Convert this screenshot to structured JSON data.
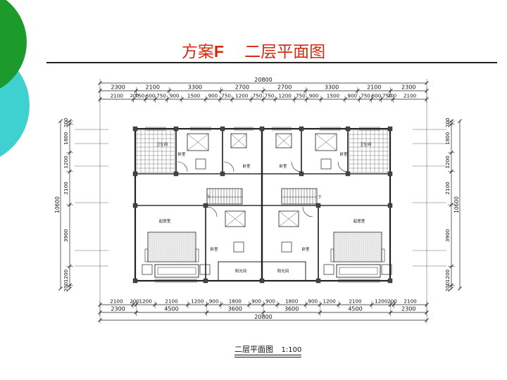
{
  "slide": {
    "title_scheme": "方案",
    "title_letter": "F",
    "title_name": "二层平面图",
    "colors": {
      "title": "#d42a10",
      "circle_green": "#1d9a2c",
      "circle_teal": "#3ed1cf"
    }
  },
  "plan": {
    "overall_width": "20800",
    "overall_depth": "10600",
    "top_row1": [
      "2300",
      "2100",
      "3300",
      "2700",
      "2700",
      "3300",
      "2100",
      "2300"
    ],
    "top_row2": [
      "2100",
      "750",
      "600",
      "750",
      "900",
      "1500",
      "900",
      "750",
      "1200",
      "750",
      "750",
      "1200",
      "750",
      "900",
      "1500",
      "900",
      "750",
      "600",
      "750",
      "2100"
    ],
    "top_small": [
      "200",
      "200"
    ],
    "bottom_row1": [
      "2100",
      "200",
      "1200",
      "2100",
      "1200",
      "900",
      "1800",
      "900",
      "900",
      "1800",
      "900",
      "1200",
      "2100",
      "1200",
      "200",
      "2100"
    ],
    "bottom_row2": [
      "2300",
      "4500",
      "3600",
      "3600",
      "4500",
      "2300"
    ],
    "side_dims": [
      "200",
      "1800",
      "1200",
      "2100",
      "3900",
      "1200",
      "200"
    ],
    "rooms": {
      "bath": "卫生间",
      "bedroom": "卧室",
      "master_bedroom": "起居室",
      "sunroom": "阳光间",
      "stair_down": "下"
    },
    "caption": "二层平面图",
    "scale": "1:100"
  }
}
